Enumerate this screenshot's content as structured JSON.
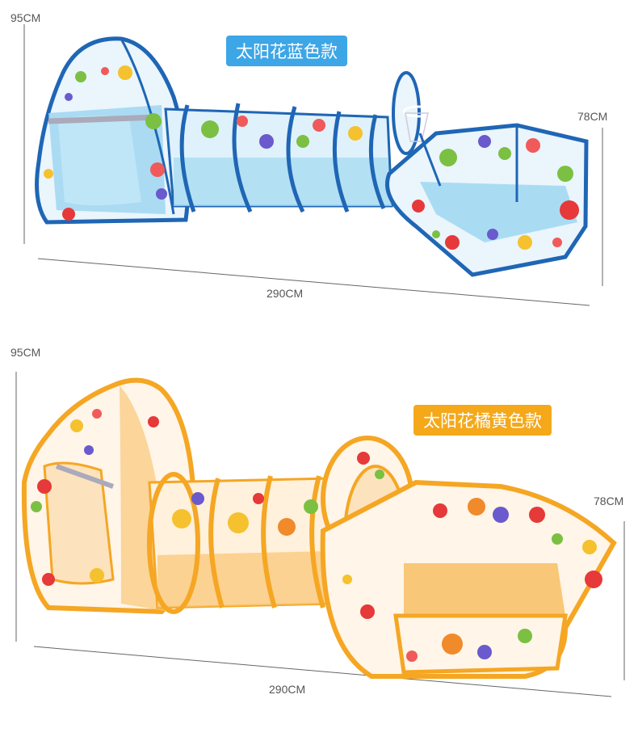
{
  "blue": {
    "badge": "太阳花蓝色款",
    "height_left": "95CM",
    "height_right": "78CM",
    "length": "290CM",
    "colors": {
      "frame": "#1f66b5",
      "fabric": "#e8f3fb",
      "floor": "#a9dcf3"
    }
  },
  "orange": {
    "badge": "太阳花橘黄色款",
    "height_left": "95CM",
    "height_right": "78CM",
    "length": "290CM",
    "colors": {
      "frame": "#f5a623",
      "fabric": "#fff5e8",
      "floor": "#f9c778"
    }
  }
}
